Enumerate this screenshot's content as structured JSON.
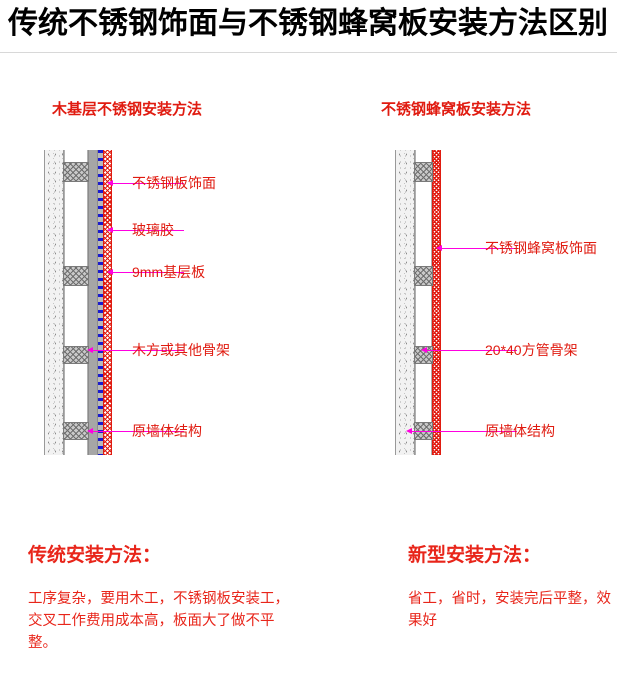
{
  "page": {
    "title": "传统不锈钢饰面与不锈钢蜂窝板安装方法区别",
    "accent_color": "#e01b10",
    "leader_color": "#ff00e0",
    "title_color": "#000000"
  },
  "left_panel": {
    "header": "木基层不锈钢安装方法",
    "callouts": [
      {
        "label": "不锈钢板饰面"
      },
      {
        "label": "玻璃胶"
      },
      {
        "label": "9mm基层板"
      },
      {
        "label": "木方或其他骨架"
      },
      {
        "label": "原墙体结构"
      }
    ],
    "summary": {
      "title": "传统安装方法：",
      "body": "工序复杂，要用木工，不锈钢板安装工，交叉工作费用成本高，板面大了做不平整。"
    }
  },
  "right_panel": {
    "header": "不锈钢蜂窝板安装方法",
    "callouts": [
      {
        "label": "不锈钢蜂窝板饰面"
      },
      {
        "label": "20*40方管骨架"
      },
      {
        "label": "原墙体结构"
      }
    ],
    "summary": {
      "title": "新型安装方法：",
      "body": "省工，省时，安装完后平整，效果好"
    }
  }
}
